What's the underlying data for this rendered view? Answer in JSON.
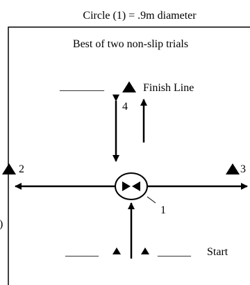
{
  "header": {
    "circle_note": "Circle (1)  =  .9m diameter"
  },
  "panel": {
    "subtitle": "Best of two non-slip trials"
  },
  "labels": {
    "finish_line": "Finish Line",
    "finish_blank": "________",
    "start": "Start",
    "start_blank_left": "______",
    "start_blank_right": "______",
    "marker_2": "2",
    "marker_3": "3",
    "marker_4": "4",
    "marker_1": "1",
    "edge_fragment": ")"
  },
  "icons": {
    "cone": "filled-triangle",
    "center": "bowtie"
  },
  "colors": {
    "ink": "#000000",
    "background": "#ffffff"
  }
}
